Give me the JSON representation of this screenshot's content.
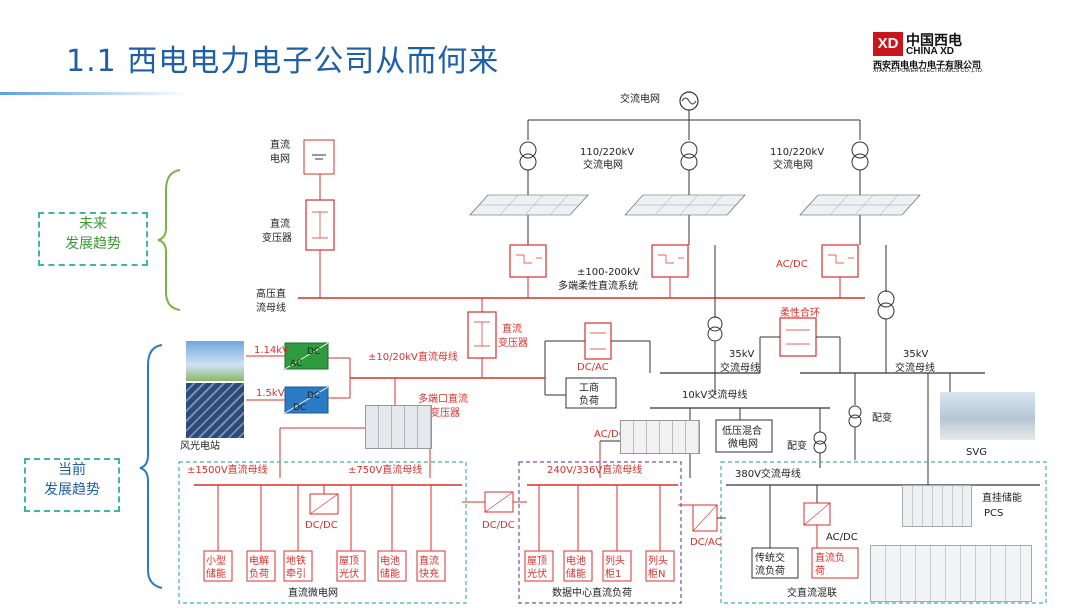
{
  "header": {
    "title": "1.1 西电电力电子公司从而何来",
    "logo": {
      "mark": "XD",
      "cn": "中国西电",
      "en": "CHINA XD",
      "sub": "西安西电电力电子有限公司",
      "sub_en": "XI'AN XD POWER ELECTRONICS CO.,LTD."
    }
  },
  "side_labels": {
    "future": [
      "未来",
      "发展趋势"
    ],
    "current": [
      "当前",
      "发展趋势"
    ]
  },
  "diagram": {
    "ac_grid_top": "交流电网",
    "grid_110_left": [
      "110/220kV",
      "交流电网"
    ],
    "grid_110_right": [
      "110/220kV",
      "交流电网"
    ],
    "dc_grid": [
      "直流",
      "电网"
    ],
    "dc_transformer_top": [
      "直流",
      "变压器"
    ],
    "hv_bus": [
      "高压直",
      "流母线"
    ],
    "ac_dc_right": "AC/DC",
    "mtdc": [
      "±100-200kV",
      "多端柔性直流系统"
    ],
    "dc_transformer_mid": [
      "直流",
      "变压器"
    ],
    "flex_ring": "柔性合环",
    "v114": "1.14kV",
    "v15": "1.5kV",
    "dc_label": "DC",
    "ac_label": "AC",
    "dc_bus_10_20": "±10/20kV直流母线",
    "dc_ac_mid": "DC/AC",
    "industrial_load": [
      "工商",
      "负荷"
    ],
    "bus35_left": [
      "35kV",
      "交流母线"
    ],
    "bus35_right": [
      "35kV",
      "交流母线"
    ],
    "bus10": "10kV交流母线",
    "multiport": [
      "多端口直流",
      "变压器"
    ],
    "wind_solar": "风光电站",
    "ac_dc_left": "AC/DC",
    "lv_mixed": [
      "低压混合",
      "微电网"
    ],
    "pei_bian_1": "配变",
    "pei_bian_2": "配变",
    "svg": "SVG",
    "bus_1500": "±1500V直流母线",
    "bus_750": "±750V直流母线",
    "bus_240": "240V/336V直流母线",
    "bus_380": "380V交流母线",
    "dcdc_1": "DC/DC",
    "dcdc_2": "DC/DC",
    "dcac_right": "DC/AC",
    "acdc_bottom": "AC/DC",
    "pcs": [
      "直挂储能",
      "PCS"
    ],
    "micro_loads": [
      [
        "小型",
        "储能"
      ],
      [
        "电解",
        "负荷"
      ],
      [
        "地铁",
        "牵引"
      ],
      [
        "屋顶",
        "光伏"
      ],
      [
        "电池",
        "储能"
      ],
      [
        "直流",
        "快充"
      ]
    ],
    "dc_center_loads": [
      [
        "屋顶",
        "光伏"
      ],
      [
        "电池",
        "储能"
      ],
      [
        "列头",
        "柜1"
      ],
      [
        "列头",
        "柜N"
      ]
    ],
    "ac_loads": [
      [
        "传统交",
        "流负荷"
      ],
      [
        "直流负",
        "荷"
      ]
    ],
    "group_dc_micro": "直流微电网",
    "group_datacenter": "数据中心直流负荷",
    "group_hybrid": "交直流混联"
  },
  "colors": {
    "title": "#1f5fa8",
    "red": "#d9302c",
    "dash_teal": "#3fb5a8",
    "dash_purple": "#7a4fa0",
    "green_brace": "#7cb342",
    "blue_brace": "#2a7bc4"
  }
}
